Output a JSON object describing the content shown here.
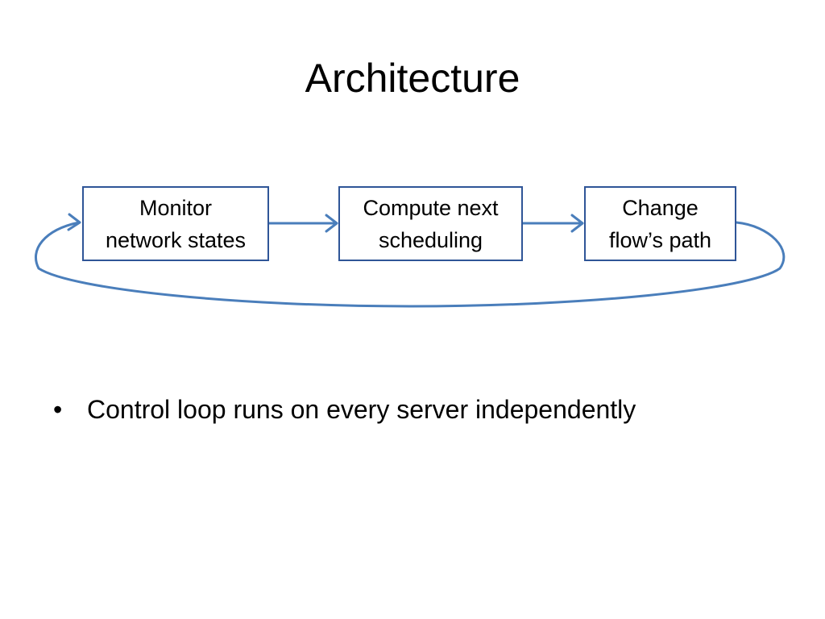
{
  "slide": {
    "title": "Architecture",
    "accent_color": "#4a7ebb"
  },
  "diagram": {
    "steps": [
      {
        "label": "Monitor\nnetwork states"
      },
      {
        "label": "Compute next\nscheduling"
      },
      {
        "label": "Change\nflow’s path"
      }
    ]
  },
  "bullets": [
    {
      "marker": "•",
      "text": "Control loop runs on every server independently"
    }
  ]
}
